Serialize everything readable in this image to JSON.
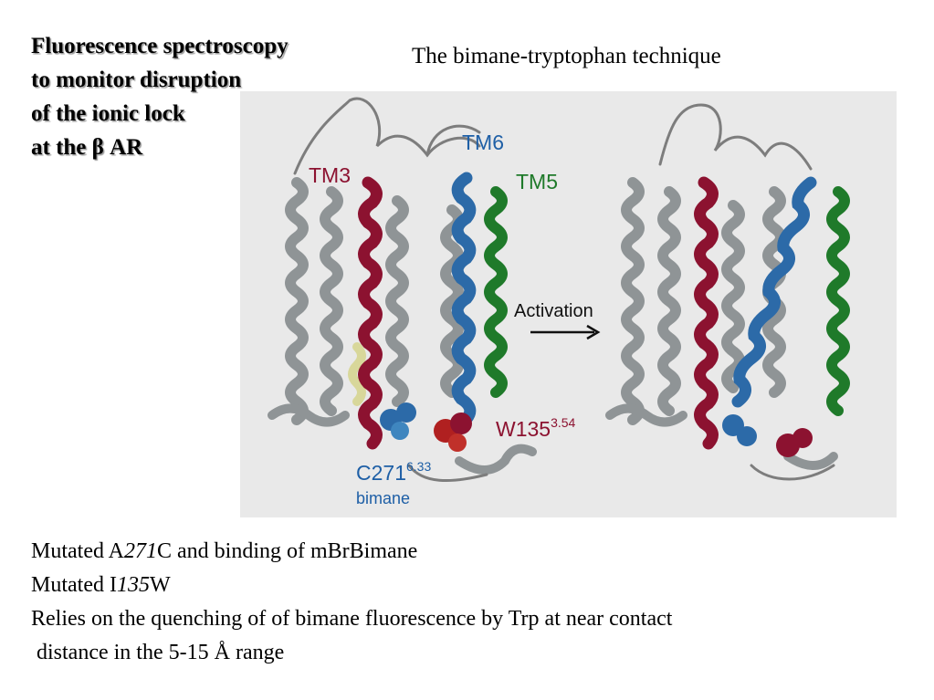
{
  "slide": {
    "title_lines": [
      "Fluorescence spectroscopy",
      "to monitor disruption",
      "of the ionic lock",
      "at the β AR"
    ],
    "subtitle": "The bimane-tryptophan technique"
  },
  "figure": {
    "labels": {
      "tm6": "TM6",
      "tm3": "TM3",
      "tm5": "TM5",
      "activation": "Activation",
      "w135_base": "W135",
      "w135_sup": "3.54",
      "c271_base": "C271",
      "c271_sup": "6.33",
      "bimane": "bimane"
    },
    "colors": {
      "panel_bg": "#e9e9e9",
      "helix_gray": "#8f9496",
      "tm3_red": "#8c1230",
      "tm6_blue": "#2c6aa8",
      "tm5_green": "#1f7a2a",
      "label_blue": "#1e5fa6",
      "label_red": "#8c1230",
      "label_green": "#1f7a2a"
    }
  },
  "bullets": [
    {
      "pre": "Mutated A",
      "ital": "271",
      "post": "C and binding of mBrBimane"
    },
    {
      "pre": "Mutated I",
      "ital": "135",
      "post": "W"
    },
    {
      "pre": "Relies on the quenching of of bimane fluorescence by Trp at near contact",
      "ital": "",
      "post": ""
    },
    {
      "pre": " distance in the 5-15 Å range",
      "ital": "",
      "post": ""
    }
  ]
}
